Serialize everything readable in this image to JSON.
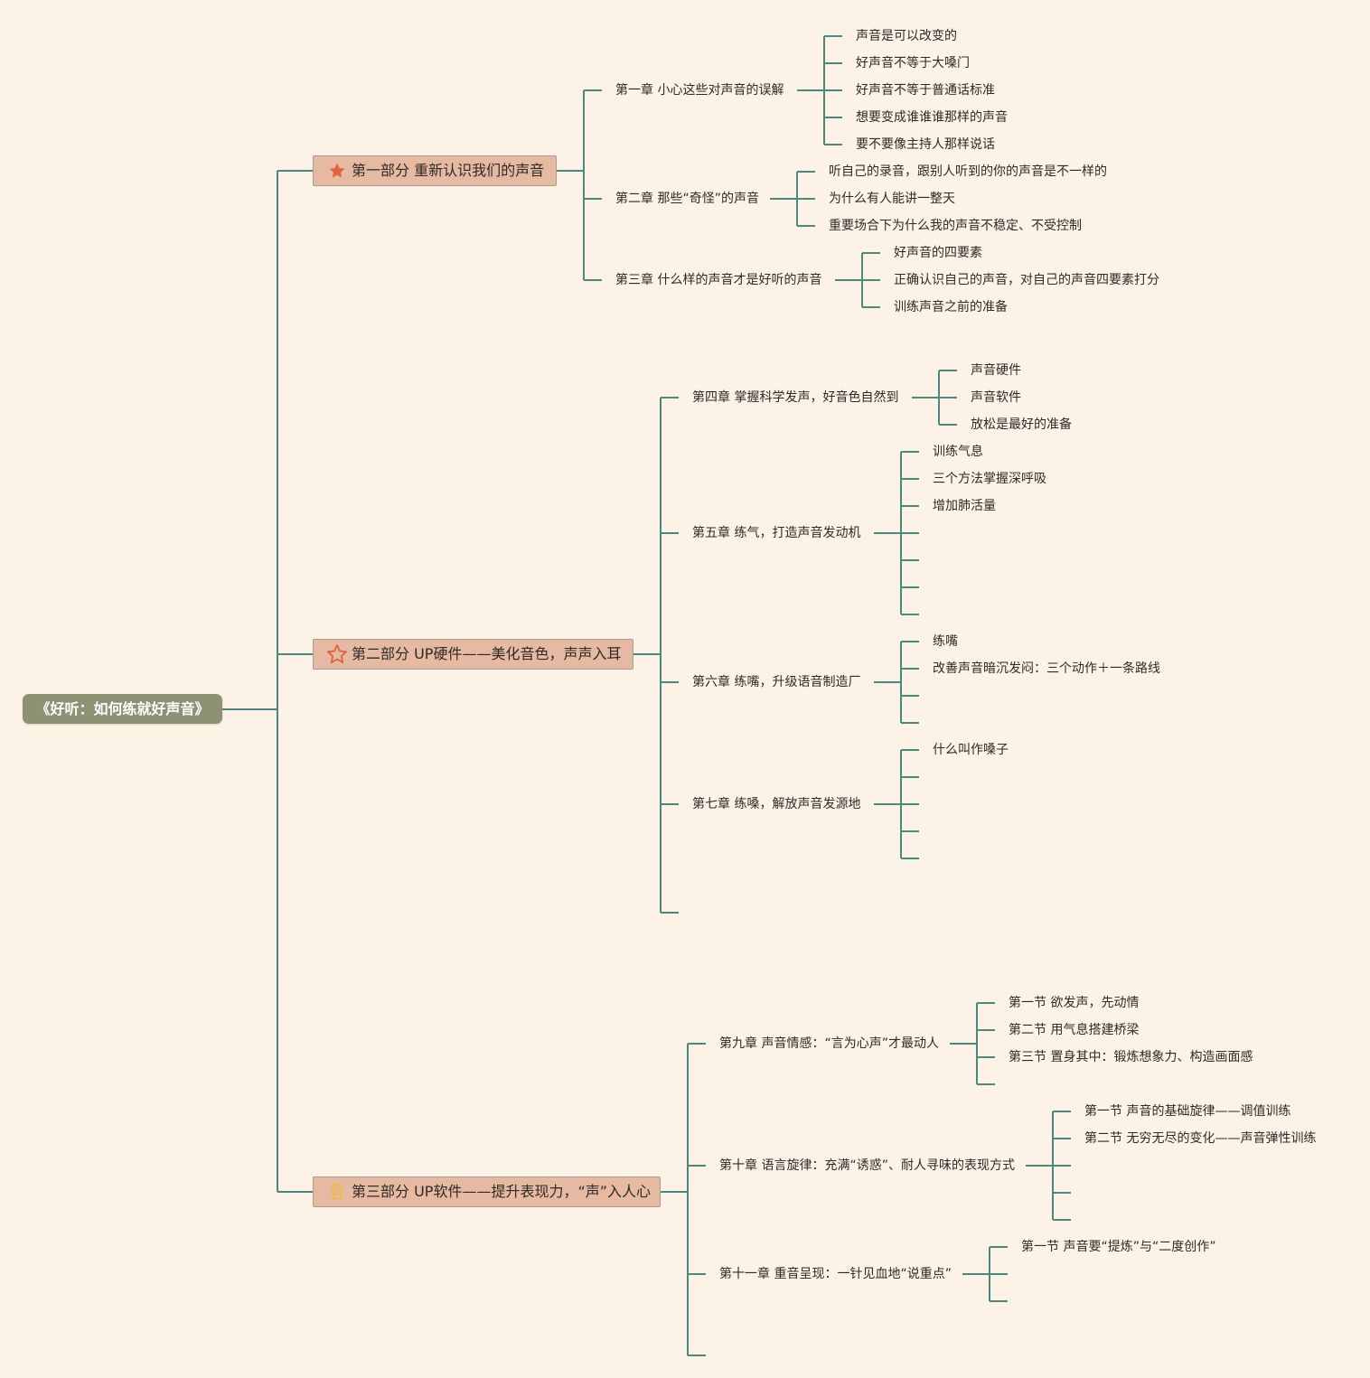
{
  "root": "《好听：如何练就好声音》",
  "colors": {
    "background": "#fdf2e6",
    "line": "#4a8a7c",
    "root_fill": "#8e9275",
    "part_fill": "#e6b9a2",
    "star_icon": "#e2603a",
    "medal_icon": "#f0b84a"
  },
  "parts": [
    {
      "label": "第一部分 重新认识我们的声音",
      "icon": "filled-star-icon",
      "chapters": [
        {
          "label": "第一章 小心这些对声音的误解",
          "topics": [
            "声音是可以改变的",
            "好声音不等于大嗓门",
            "好声音不等于普通话标准",
            "想要变成谁谁谁那样的声音",
            "要不要像主持人那样说话"
          ]
        },
        {
          "label": "第二章 那些“奇怪”的声音",
          "topics": [
            "听自己的录音，跟别人听到的你的声音是不一样的",
            "为什么有人能讲一整天",
            "重要场合下为什么我的声音不稳定、不受控制"
          ]
        },
        {
          "label": "第三章 什么样的声音才是好听的声音",
          "topics": [
            "好声音的四要素",
            "正确认识自己的声音，对自己的声音四要素打分",
            "训练声音之前的准备"
          ]
        }
      ]
    },
    {
      "label": "第二部分 UP硬件——美化音色，声声入耳",
      "icon": "outline-star-icon",
      "chapters": [
        {
          "label": "第四章 掌握科学发声，好音色自然到",
          "topics": [
            "声音硬件",
            "声音软件",
            "放松是最好的准备"
          ]
        },
        {
          "label": "第五章 练气，打造声音发动机",
          "topics": [
            "训练气息",
            "三个方法掌握深呼吸",
            "增加肺活量",
            "",
            "",
            "",
            ""
          ]
        },
        {
          "label": "第六章 练嘴，升级语音制造厂",
          "topics": [
            "练嘴",
            "改善声音暗沉发闷：三个动作＋一条路线",
            "",
            ""
          ]
        },
        {
          "label": "第七章 练嗓，解放声音发源地",
          "topics": [
            "什么叫作嗓子",
            "",
            "",
            "",
            ""
          ]
        },
        {
          "label": "",
          "topics": []
        }
      ]
    },
    {
      "label": "第三部分 UP软件——提升表现力，“声”入人心",
      "icon": "medal-icon",
      "chapters": [
        {
          "label": "第九章 声音情感：“言为心声”才最动人",
          "topics": [
            "第一节 欲发声，先动情",
            "第二节 用气息搭建桥梁",
            "第三节 置身其中：锻炼想象力、构造画面感",
            ""
          ]
        },
        {
          "label": "第十章 语言旋律：充满“诱惑”、耐人寻味的表现方式",
          "topics": [
            "第一节 声音的基础旋律——调值训练",
            "第二节 无穷无尽的变化——声音弹性训练",
            "",
            "",
            ""
          ]
        },
        {
          "label": "第十一章 重音呈现：一针见血地“说重点”",
          "topics": [
            "第一节 声音要“提炼”与“二度创作”",
            "",
            ""
          ]
        },
        {
          "label": "",
          "topics": []
        }
      ]
    }
  ]
}
